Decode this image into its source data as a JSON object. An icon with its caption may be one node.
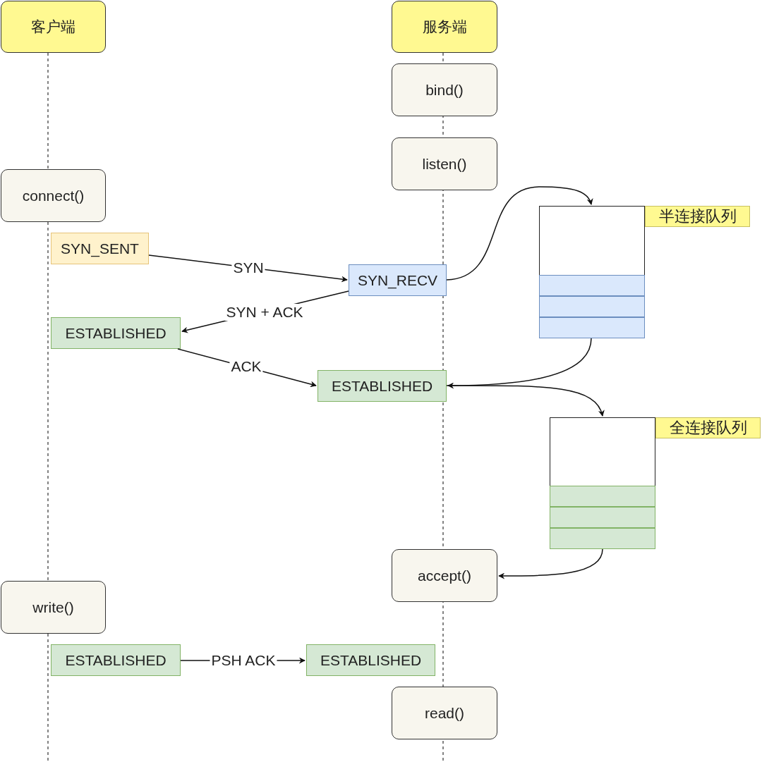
{
  "diagram": {
    "nodes": [
      {
        "text": [
          "客户端"
        ]
      },
      {
        "text": [
          "服务端"
        ]
      },
      {
        "text": [
          "bind()"
        ]
      },
      {
        "text": [
          "listen()"
        ]
      },
      {
        "text": [
          "connect()"
        ]
      },
      {
        "text": [
          "SYN_SENT"
        ]
      },
      {
        "text": [
          "SYN_RECV"
        ]
      },
      {
        "text": [
          "ESTABLISHED"
        ]
      },
      {
        "text": [
          "ESTABLISHED"
        ]
      },
      {
        "text": [
          "半连接队列"
        ]
      },
      {
        "text": [
          "全连接队列"
        ]
      },
      {
        "text": [
          "accept()"
        ]
      },
      {
        "text": [
          "write()"
        ]
      },
      {
        "text": [
          "ESTABLISHED"
        ]
      },
      {
        "text": [
          "ESTABLISHED"
        ]
      },
      {
        "text": [
          "read()"
        ]
      }
    ],
    "edges": [
      {
        "from": 5,
        "to": 6,
        "arrow": "to",
        "label": "SYN"
      },
      {
        "from": 6,
        "to": 7,
        "arrow": "to",
        "label": "SYN + ACK"
      },
      {
        "from": 7,
        "to": 8,
        "arrow": "to",
        "label": "ACK"
      },
      {
        "from": 6,
        "to": 9,
        "arrow": "to"
      },
      {
        "from": 9,
        "to": 8,
        "arrow": "to"
      },
      {
        "from": 8,
        "to": 10,
        "arrow": "to"
      },
      {
        "from": 10,
        "to": 11,
        "arrow": "to"
      },
      {
        "from": 13,
        "to": 14,
        "arrow": "to",
        "label": "PSH ACK"
      }
    ]
  }
}
